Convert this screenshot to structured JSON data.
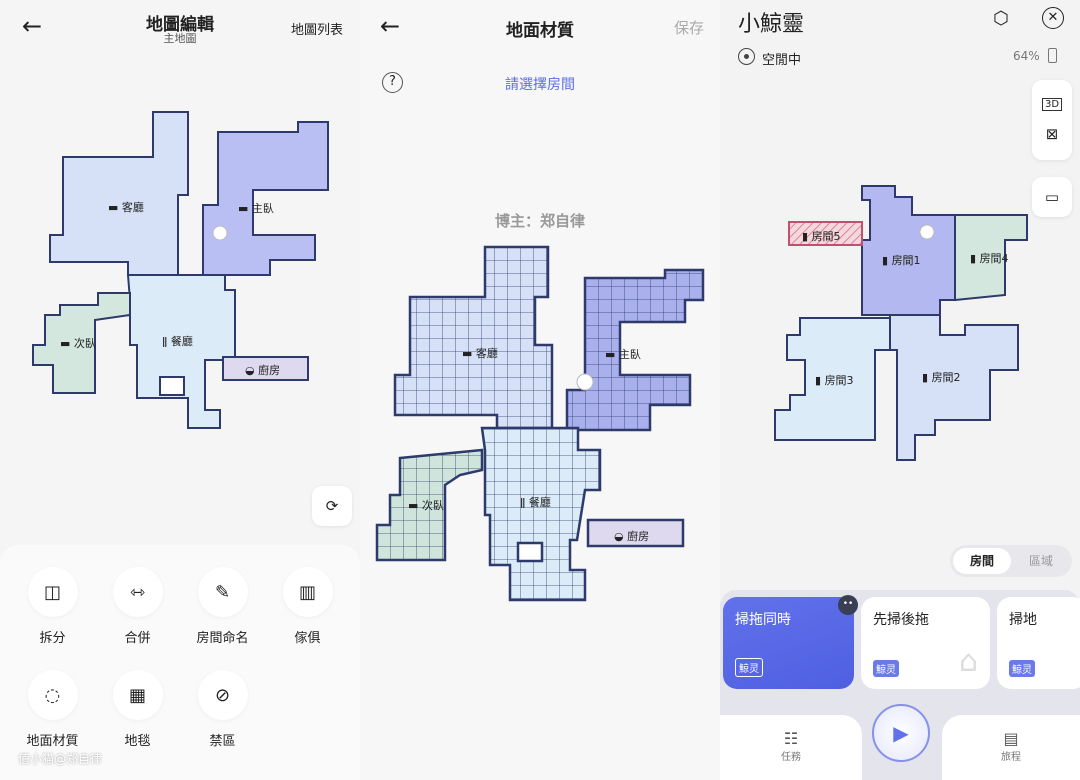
{
  "panel1": {
    "title": "地圖編輯",
    "subtitle": "主地圖",
    "map_list": "地圖列表",
    "rooms": {
      "living": "客廳",
      "master": "主臥",
      "secondary": "次臥",
      "dining": "餐廳",
      "kitchen": "廚房"
    },
    "tools": [
      {
        "label": "拆分",
        "icon": "split-icon"
      },
      {
        "label": "合併",
        "icon": "merge-icon"
      },
      {
        "label": "房間命名",
        "icon": "rename-icon"
      },
      {
        "label": "傢俱",
        "icon": "furniture-icon"
      },
      {
        "label": "地面材質",
        "icon": "floor-material-icon"
      },
      {
        "label": "地毯",
        "icon": "carpet-icon"
      },
      {
        "label": "禁區",
        "icon": "no-go-icon"
      }
    ],
    "watermark": "值小猫@郑自律"
  },
  "panel2": {
    "title": "地面材質",
    "save": "保存",
    "prompt": "請選擇房間",
    "blogger": "博主：郑自律",
    "rooms": {
      "living": "客廳",
      "master": "主臥",
      "secondary": "次臥",
      "dining": "餐廳",
      "kitchen": "廚房"
    }
  },
  "panel3": {
    "title": "小鯨靈",
    "status": "空閒中",
    "battery": "64%",
    "rooms": {
      "r1": "房間1",
      "r2": "房間2",
      "r3": "房間3",
      "r4": "房間4",
      "r5": "房間5"
    },
    "segment": {
      "room": "房間",
      "area": "區域"
    },
    "modes": [
      {
        "label": "掃拖同時",
        "badge": "鯨灵"
      },
      {
        "label": "先掃後拖",
        "badge": "鯨灵"
      },
      {
        "label": "掃地",
        "badge": "鯨灵"
      }
    ],
    "nav": {
      "tasks": "任務",
      "history": "旅程"
    },
    "accent": "#5b6de6"
  }
}
